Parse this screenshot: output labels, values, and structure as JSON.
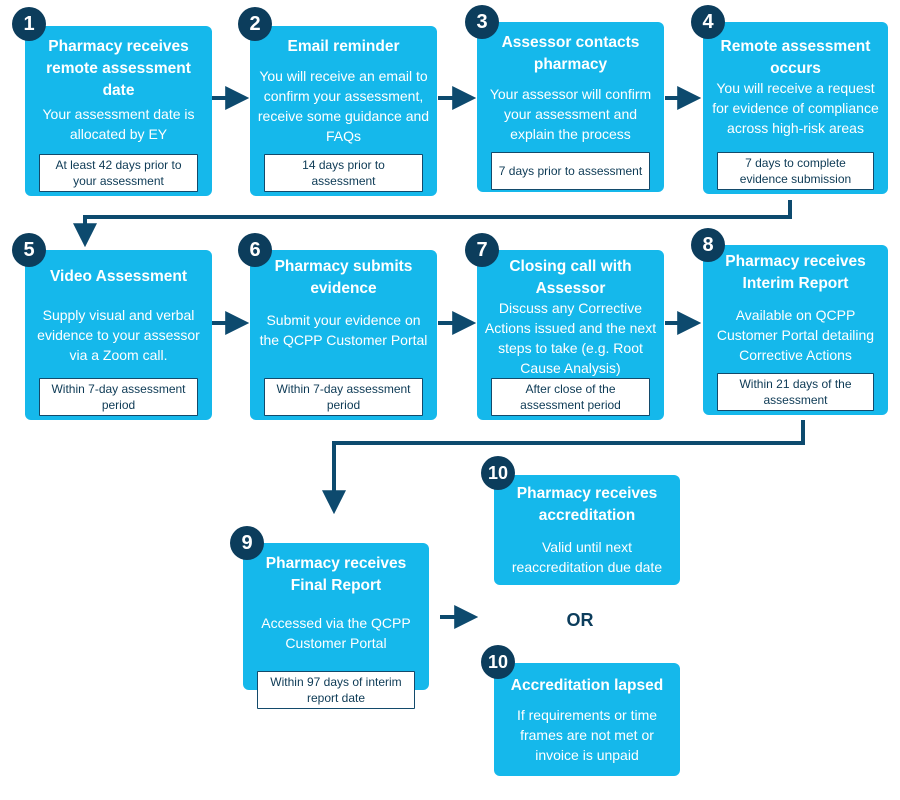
{
  "steps": [
    {
      "num": "1",
      "title": "Pharmacy receives remote assessment date",
      "desc": "Your assessment date is allocated by EY",
      "timing": "At least 42 days prior to your assessment"
    },
    {
      "num": "2",
      "title": "Email reminder",
      "desc": "You will receive an email to confirm your assessment, receive some guidance and FAQs",
      "timing": "14 days prior to assessment"
    },
    {
      "num": "3",
      "title": "Assessor contacts pharmacy",
      "desc": "Your assessor will confirm your assessment and explain the process",
      "timing": "7 days prior to assessment"
    },
    {
      "num": "4",
      "title": "Remote assessment occurs",
      "desc": "You will receive a request for evidence of compliance across high-risk areas",
      "timing": "7 days to complete evidence submission"
    },
    {
      "num": "5",
      "title": "Video Assessment",
      "desc": "Supply visual and verbal evidence to your assessor via a Zoom call.",
      "timing": "Within 7-day assessment period"
    },
    {
      "num": "6",
      "title": "Pharmacy submits evidence",
      "desc": "Submit your evidence on the QCPP Customer Portal",
      "timing": "Within 7-day assessment period"
    },
    {
      "num": "7",
      "title": "Closing call with Assessor",
      "desc": "Discuss any Corrective Actions issued and the next steps to take (e.g. Root Cause Analysis)",
      "timing": "After close of the assessment period"
    },
    {
      "num": "8",
      "title": "Pharmacy receives Interim Report",
      "desc": "Available on QCPP Customer Portal detailing Corrective Actions",
      "timing": "Within 21 days of the assessment"
    },
    {
      "num": "9",
      "title": "Pharmacy receives Final Report",
      "desc": "Accessed via the QCPP Customer Portal",
      "timing": "Within 97 days of interim report date"
    }
  ],
  "outcomes": [
    {
      "num": "10",
      "title": "Pharmacy receives accreditation",
      "desc": "Valid until next reaccreditation due date"
    },
    {
      "num": "10",
      "title": "Accreditation lapsed",
      "desc": "If requirements or time frames are not met or invoice is unpaid"
    }
  ],
  "or_label": "OR",
  "colors": {
    "box": "#15b8eb",
    "badge": "#0c3d5c",
    "arrow": "#0d4a6e",
    "timing_border": "#134a6b"
  }
}
